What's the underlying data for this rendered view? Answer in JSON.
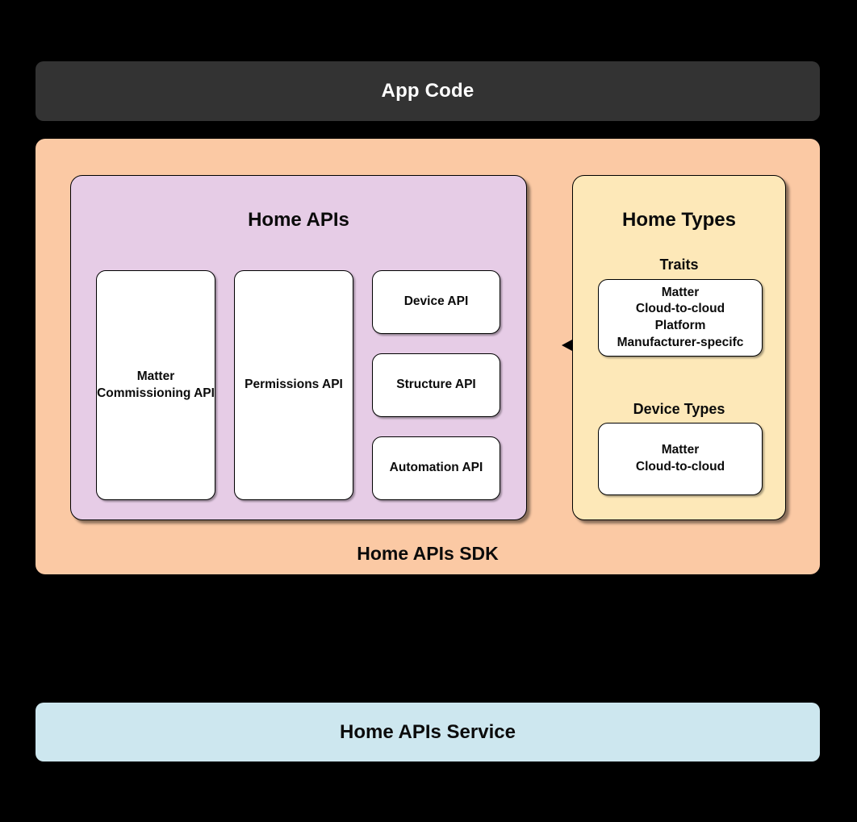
{
  "app_code": {
    "label": "App Code",
    "background": "#333333",
    "text_color": "#ffffff"
  },
  "sdk": {
    "label": "Home APIs SDK",
    "background": "#fbc9a4"
  },
  "home_apis": {
    "title": "Home APIs",
    "background": "#e6cce6",
    "tall_boxes": [
      {
        "label": "Matter Commissioning API"
      },
      {
        "label": "Permissions API"
      }
    ],
    "stacked_boxes": [
      {
        "label": "Device API"
      },
      {
        "label": "Structure API"
      },
      {
        "label": "Automation API"
      }
    ]
  },
  "home_types": {
    "title": "Home Types",
    "background": "#fde8b8",
    "traits": {
      "heading": "Traits",
      "lines": [
        "Matter",
        "Cloud-to-cloud",
        "Platform",
        "Manufacturer-specifc"
      ]
    },
    "device_types": {
      "heading": "Device Types",
      "lines": [
        "Matter",
        "Cloud-to-cloud"
      ]
    }
  },
  "connector": {
    "name": "bidirectional-arrow",
    "color": "#000000"
  },
  "service": {
    "label": "Home APIs Service",
    "background": "#cde7ef",
    "text_color": "#0b0b0b"
  }
}
